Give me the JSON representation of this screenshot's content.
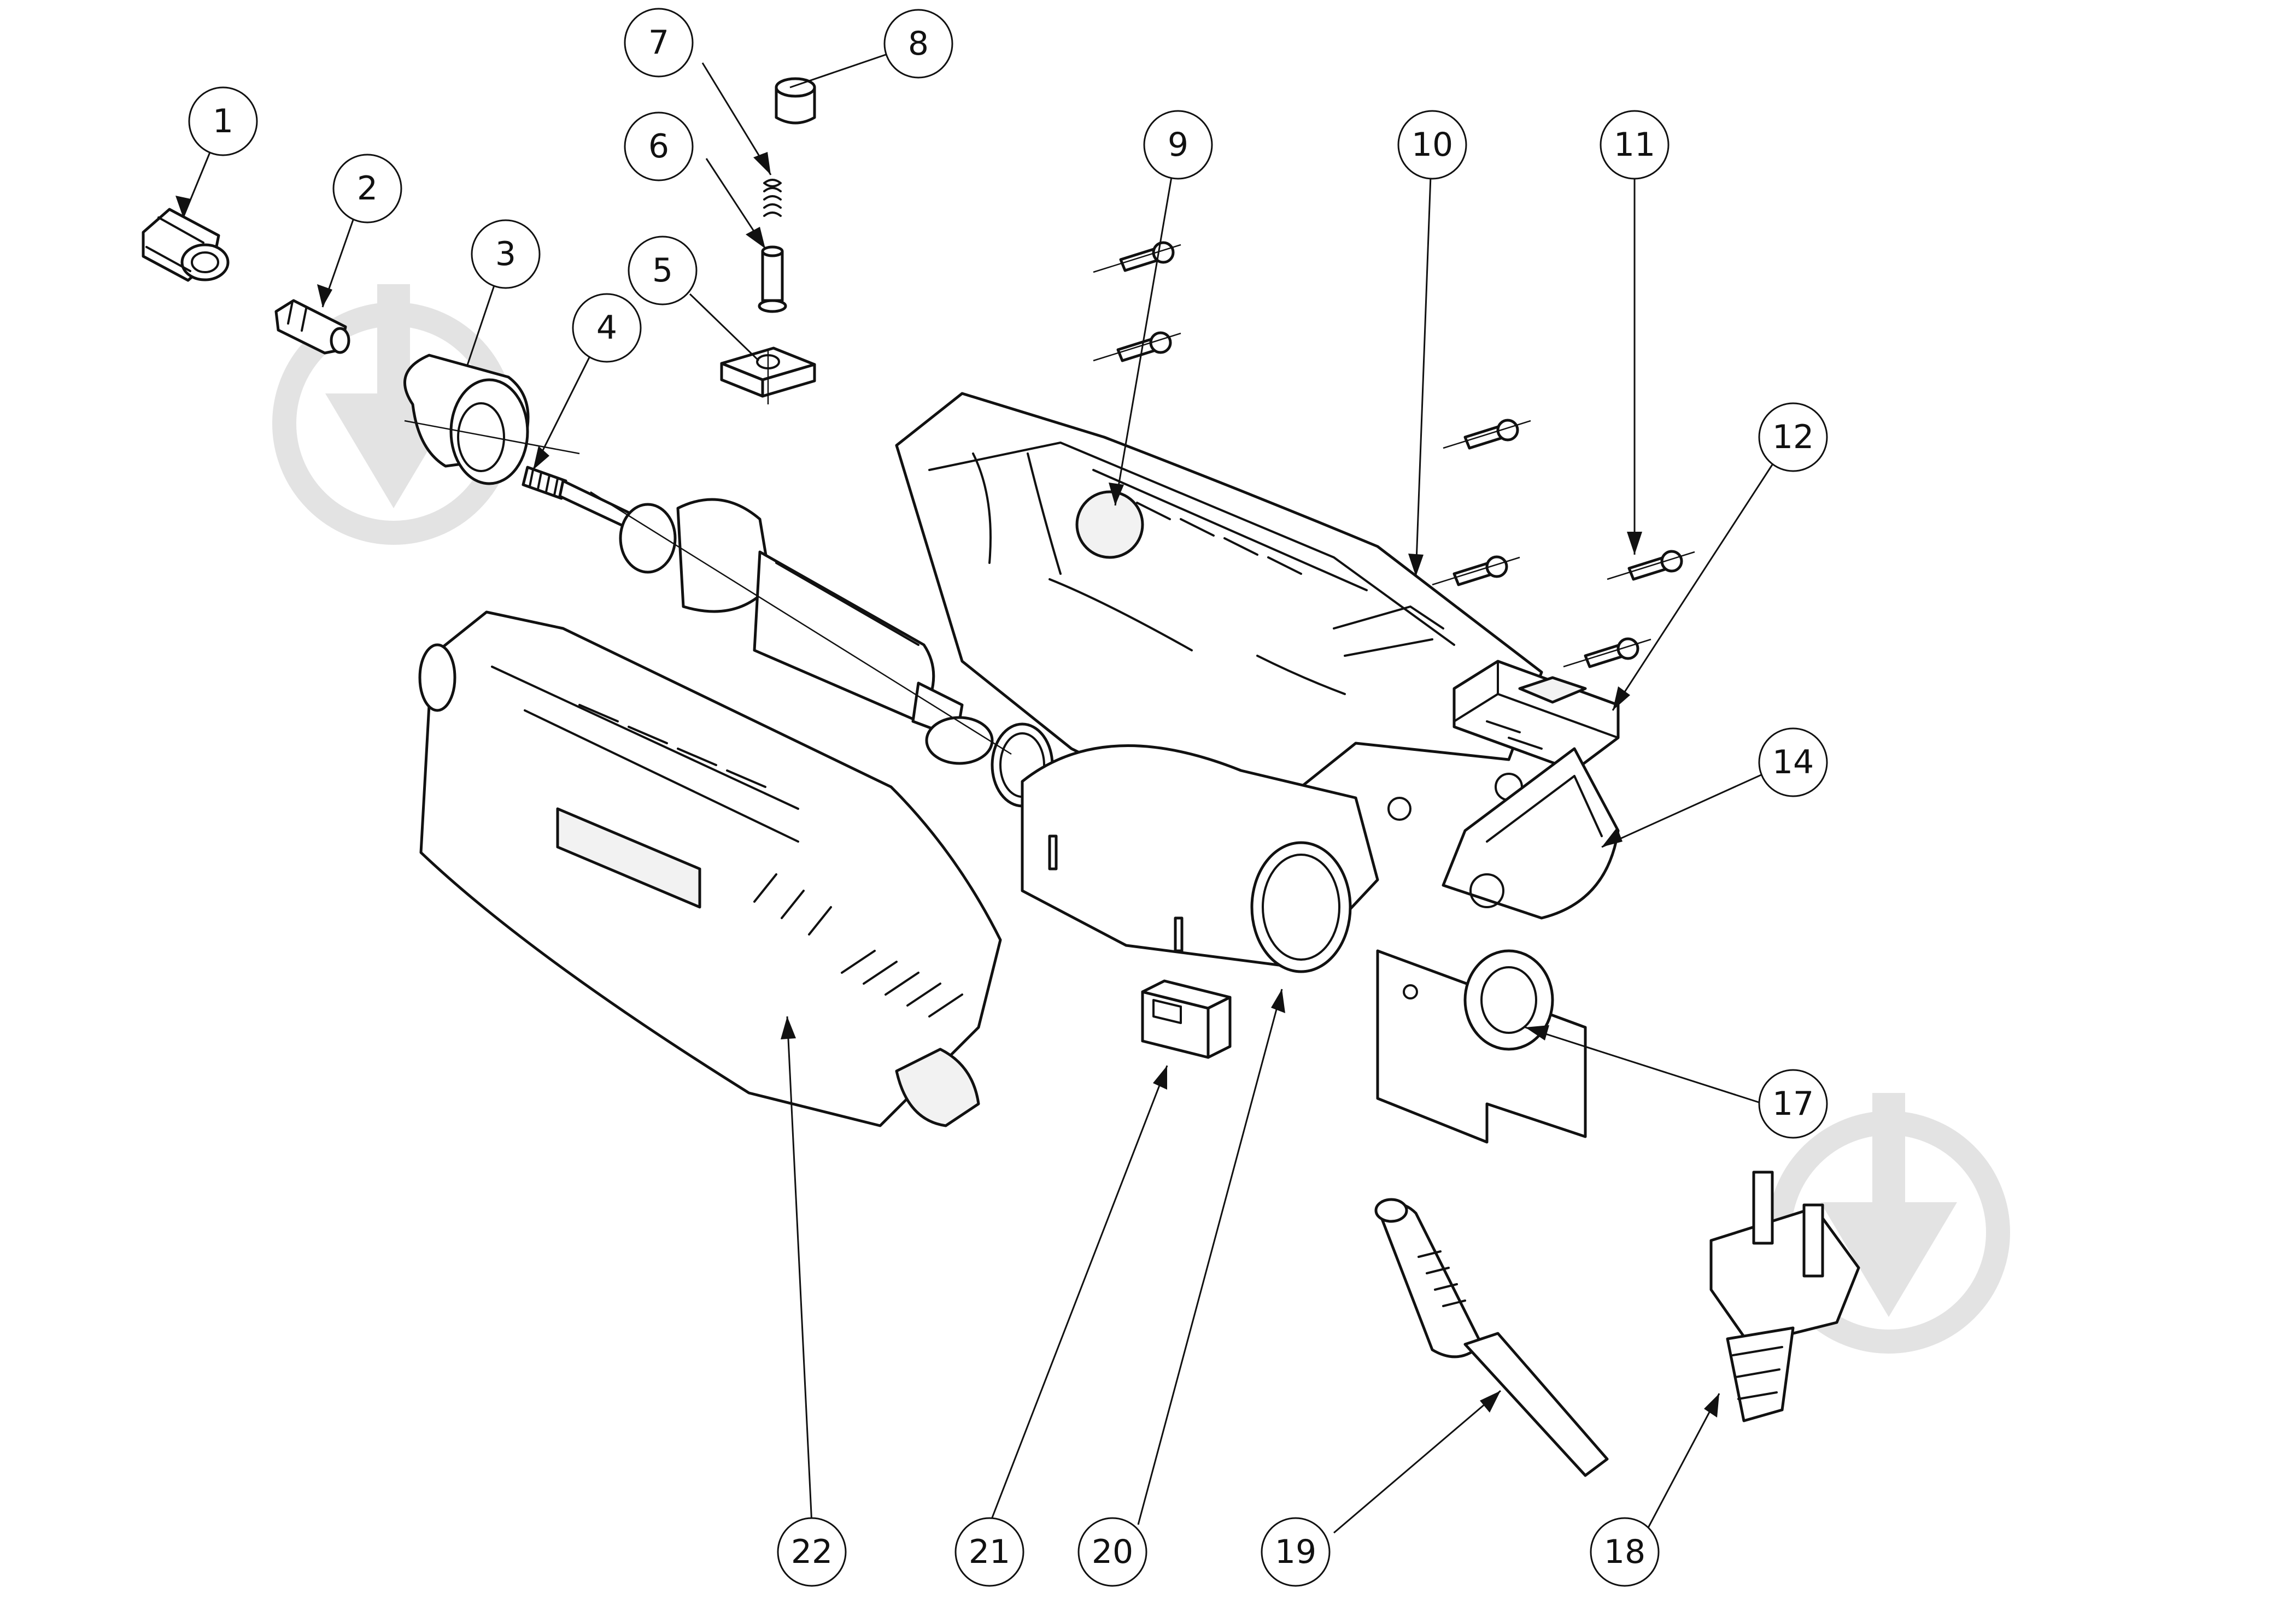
{
  "diagram": {
    "callouts": [
      {
        "id": "1",
        "label": "1"
      },
      {
        "id": "2",
        "label": "2"
      },
      {
        "id": "3",
        "label": "3"
      },
      {
        "id": "4",
        "label": "4"
      },
      {
        "id": "5",
        "label": "5"
      },
      {
        "id": "6",
        "label": "6"
      },
      {
        "id": "7",
        "label": "7"
      },
      {
        "id": "8",
        "label": "8"
      },
      {
        "id": "9",
        "label": "9"
      },
      {
        "id": "10",
        "label": "10"
      },
      {
        "id": "11",
        "label": "11"
      },
      {
        "id": "12",
        "label": "12"
      },
      {
        "id": "14",
        "label": "14"
      },
      {
        "id": "17",
        "label": "17"
      },
      {
        "id": "18",
        "label": "18"
      },
      {
        "id": "19",
        "label": "19"
      },
      {
        "id": "20",
        "label": "20"
      },
      {
        "id": "21",
        "label": "21"
      },
      {
        "id": "22",
        "label": "22"
      }
    ],
    "watermark_icon": "download-arrow-icon"
  }
}
